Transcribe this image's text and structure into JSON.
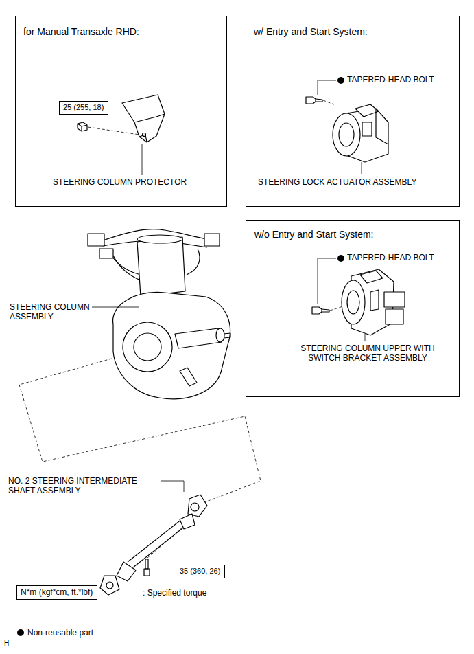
{
  "diagram": {
    "nodes": [
      {
        "text": [
          "for Manual Transaxle RHD:",
          "STEERING COLUMN PROTECTOR"
        ]
      },
      {
        "text": [
          "25 (255, 18)"
        ],
        "in": 0
      },
      {
        "text": [
          "w/ Entry and Start System:",
          "TAPERED-HEAD BOLT",
          "STEERING LOCK ACTUATOR ASSEMBLY"
        ]
      },
      {
        "text": [
          "w/o Entry and Start System:",
          "TAPERED-HEAD BOLT",
          "STEERING COLUMN UPPER WITH SWITCH BRACKET ASSEMBLY"
        ]
      },
      {
        "text": [
          "35 (360, 26)"
        ]
      },
      {
        "text": [
          "N*m (kgf*cm, ft.*lbf)"
        ]
      }
    ],
    "labels": [
      "STEERING COLUMN ASSEMBLY",
      "NO. 2 STEERING INTERMEDIATE SHAFT ASSEMBLY",
      ": Specified torque",
      "H"
    ],
    "legend": [
      {
        "text": "Non-reusable part"
      }
    ]
  }
}
